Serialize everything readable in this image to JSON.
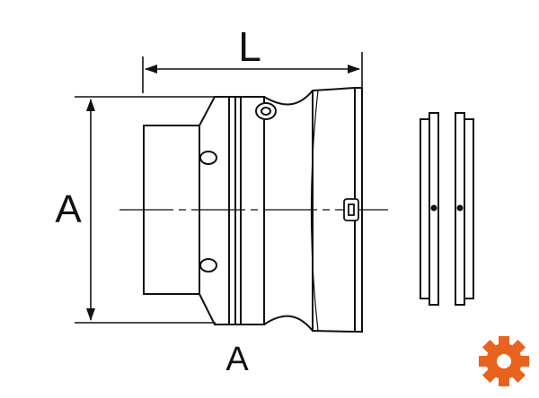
{
  "labels": {
    "length": "L",
    "diameter_side": "A",
    "diameter_bottom": "A"
  },
  "icons": {
    "corner": "gear-icon"
  },
  "colors": {
    "line": "#111111",
    "accent": "#e8641e",
    "background": "#ffffff"
  }
}
